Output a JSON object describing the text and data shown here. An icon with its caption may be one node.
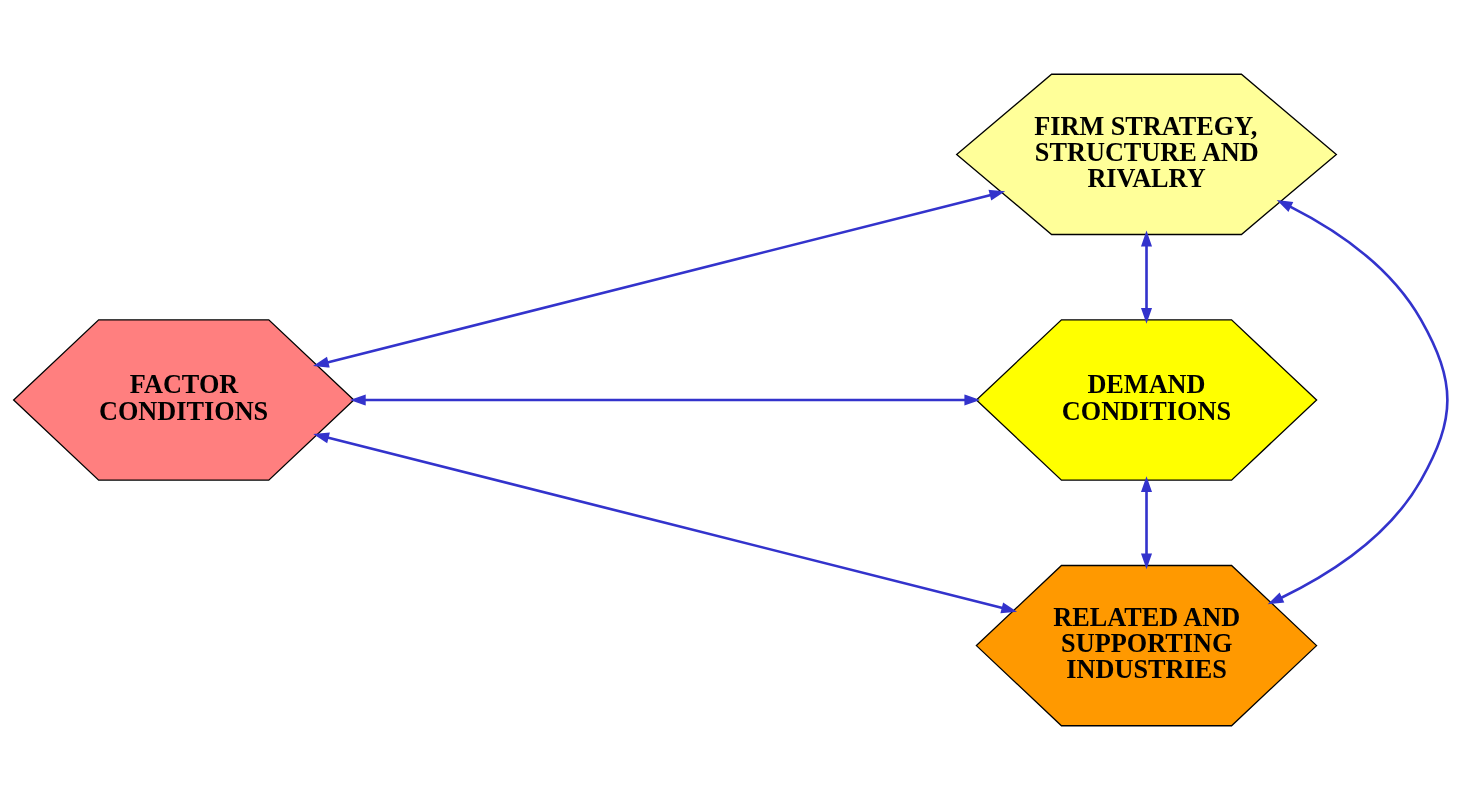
{
  "diagram": {
    "nodes": [
      {
        "text": [
          "FIRM STRATEGY, STRUCTURE AND RIVALRY"
        ]
      },
      {
        "text": [
          "FACTOR CONDITIONS"
        ]
      },
      {
        "text": [
          "DEMAND CONDITIONS"
        ]
      },
      {
        "text": [
          "RELATED AND SUPPORTING INDUSTRIES"
        ]
      }
    ],
    "edges": [
      {
        "from": 0,
        "to": 1,
        "arrow": "both"
      },
      {
        "from": 0,
        "to": 2,
        "arrow": "both"
      },
      {
        "from": 0,
        "to": 3,
        "arrow": "both"
      },
      {
        "from": 1,
        "to": 2,
        "arrow": "both"
      },
      {
        "from": 1,
        "to": 3,
        "arrow": "both"
      },
      {
        "from": 2,
        "to": 3,
        "arrow": "both"
      }
    ]
  }
}
